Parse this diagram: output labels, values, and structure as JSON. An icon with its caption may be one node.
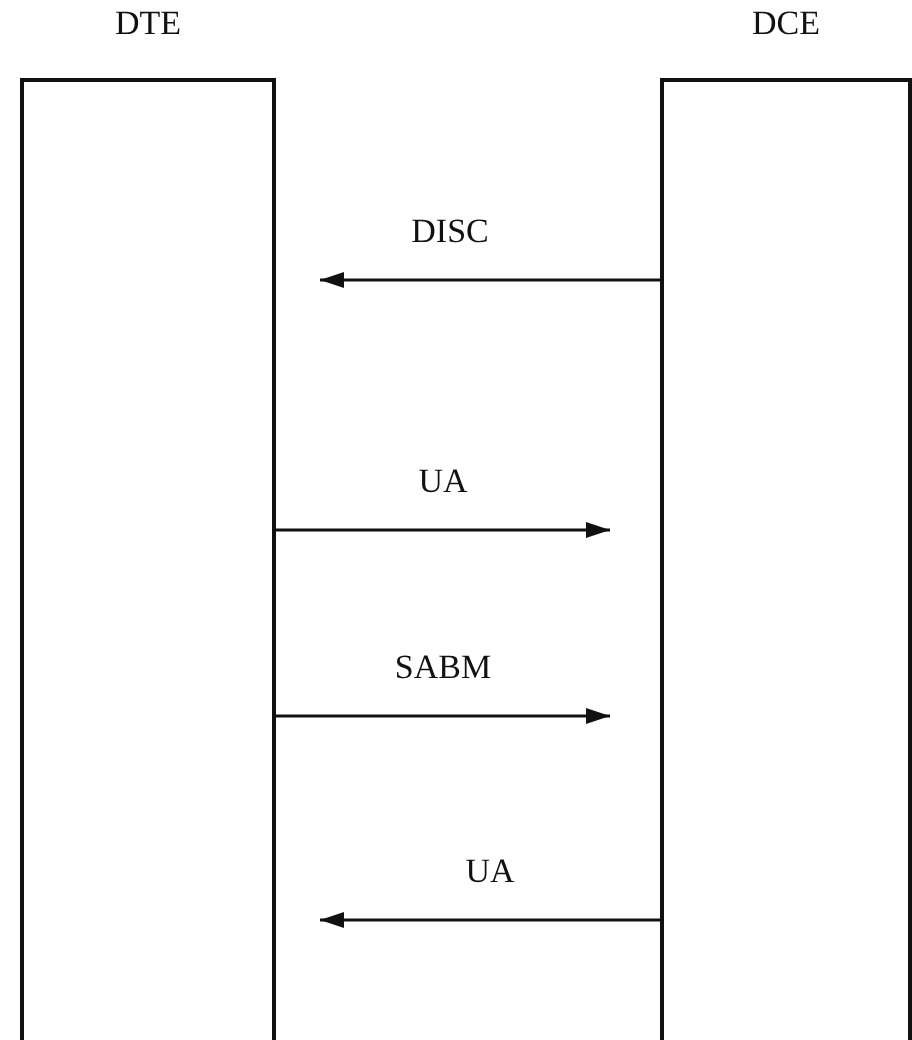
{
  "diagram": {
    "nodes": [
      {
        "text": [
          "DTE"
        ]
      },
      {
        "text": [
          "DCE"
        ]
      }
    ],
    "edges": [
      {
        "from": 1,
        "to": 0,
        "arrow": "to",
        "label": "DISC"
      },
      {
        "from": 0,
        "to": 1,
        "arrow": "to",
        "label": "UA"
      },
      {
        "from": 0,
        "to": 1,
        "arrow": "to",
        "label": "SABM"
      },
      {
        "from": 1,
        "to": 0,
        "arrow": "to",
        "label": "UA"
      }
    ]
  }
}
